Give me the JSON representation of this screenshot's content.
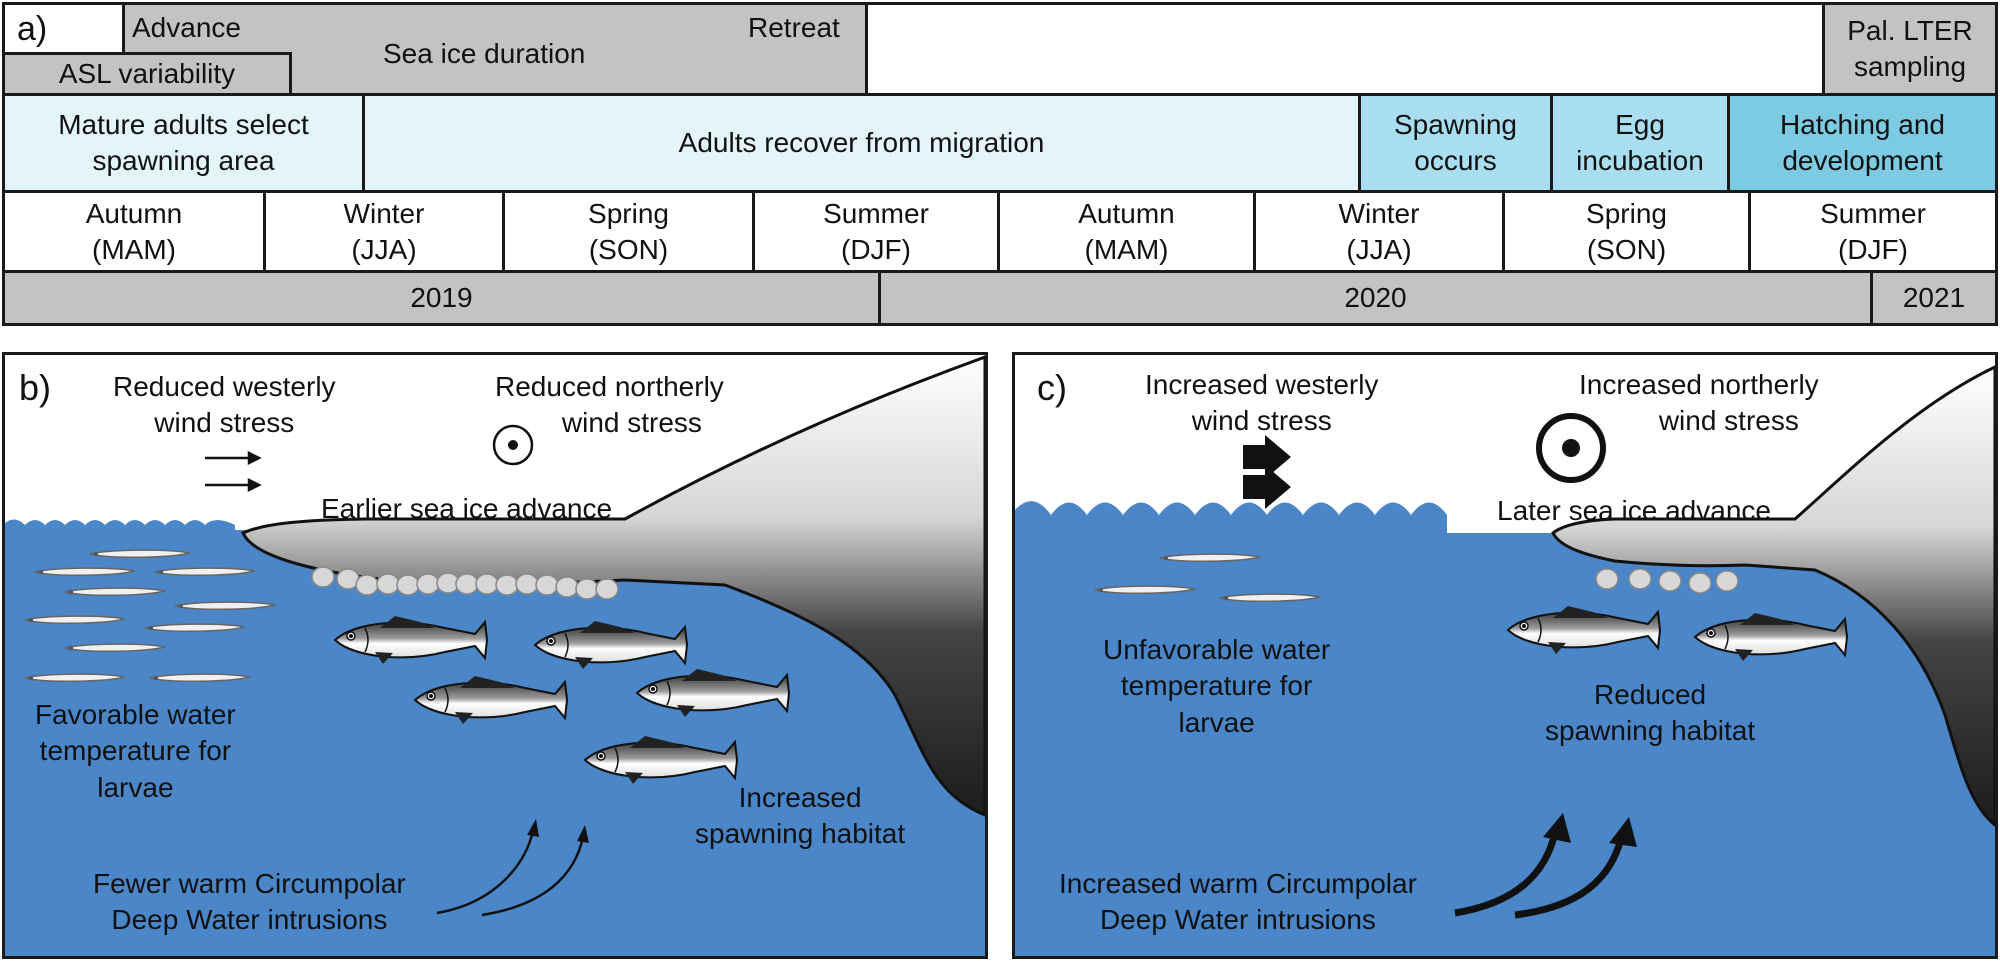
{
  "panel_a": {
    "letter": "a)",
    "advance": "Advance",
    "retreat": "Retreat",
    "sea_ice_duration": "Sea ice duration",
    "asl_variability": "ASL variability",
    "pal_lter": [
      "Pal. LTER",
      "sampling"
    ],
    "stages": {
      "mature_adults": [
        "Mature adults select",
        "spawning area"
      ],
      "recover": "Adults recover from migration",
      "spawning": [
        "Spawning",
        "occurs"
      ],
      "egg": [
        "Egg",
        "incubation"
      ],
      "hatching": [
        "Hatching and",
        "development"
      ]
    },
    "seasons": [
      {
        "name": "Autumn",
        "months": "(MAM)"
      },
      {
        "name": "Winter",
        "months": "(JJA)"
      },
      {
        "name": "Spring",
        "months": "(SON)"
      },
      {
        "name": "Summer",
        "months": "(DJF)"
      },
      {
        "name": "Autumn",
        "months": "(MAM)"
      },
      {
        "name": "Winter",
        "months": "(JJA)"
      },
      {
        "name": "Spring",
        "months": "(SON)"
      },
      {
        "name": "Summer",
        "months": "(DJF)"
      }
    ],
    "years": [
      "2019",
      "2020",
      "2021"
    ]
  },
  "panel_b": {
    "letter": "b)",
    "westerly": [
      "Reduced westerly",
      "wind stress"
    ],
    "northerly": [
      "Reduced northerly",
      "wind stress"
    ],
    "sea_ice": "Earlier sea ice advance",
    "water_temp": [
      "Favorable water",
      "temperature for",
      "larvae"
    ],
    "habitat": [
      "Increased",
      "spawning habitat"
    ],
    "cdw": [
      "Fewer warm Circumpolar",
      "Deep Water intrusions"
    ]
  },
  "panel_c": {
    "letter": "c)",
    "westerly": [
      "Increased westerly",
      "wind stress"
    ],
    "northerly": [
      "Increased northerly",
      "wind stress"
    ],
    "sea_ice": "Later sea ice advance",
    "water_temp": [
      "Unfavorable water",
      "temperature for",
      "larvae"
    ],
    "habitat": [
      "Reduced",
      "spawning habitat"
    ],
    "cdw": [
      "Increased warm Circumpolar",
      "Deep Water intrusions"
    ]
  },
  "colors": {
    "ocean": "#4a86c8",
    "grey_box": "#c3c3c3",
    "stage_light": "#e3f4fb",
    "stage_mid": "#a9def0",
    "stage_dark": "#7ccbe3",
    "land_white": "#f2f2f2",
    "land_dark": "#262626"
  },
  "icons": [
    "wind-arrow-icon",
    "out-of-page-wind-icon",
    "fish-icon",
    "larva-icon",
    "egg-icon",
    "curved-arrow-icon"
  ]
}
